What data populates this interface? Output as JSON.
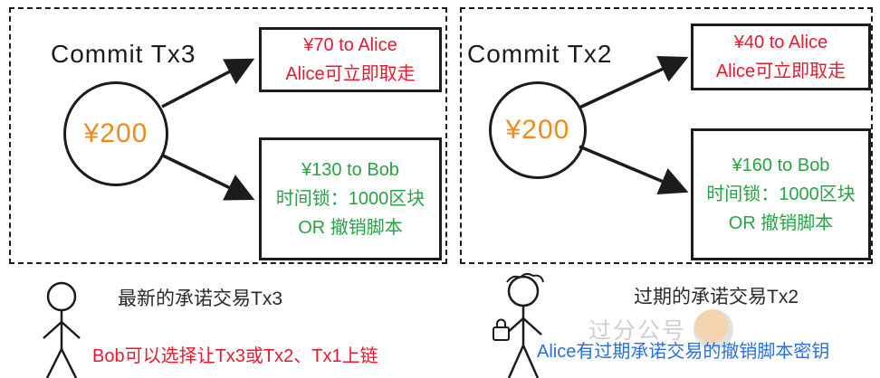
{
  "colors": {
    "ink": "#1c1c1c",
    "red": "#e8192e",
    "green": "#27a346",
    "orange": "#ef8b1d",
    "blue": "#2b6fd8",
    "gray": "#8f8f8f"
  },
  "panels": [
    {
      "title": "Commit Tx3",
      "input_amount": "¥200",
      "outputs": [
        {
          "lines": [
            "¥70 to Alice",
            "Alice可立即取走"
          ]
        },
        {
          "lines": [
            "¥130 to Bob",
            "时间锁：1000区块",
            "OR 撤销脚本"
          ]
        }
      ],
      "caption": "最新的承诺交易Tx3",
      "note": "Bob可以选择让Tx3或Tx2、Tx1上链"
    },
    {
      "title": "Commit Tx2",
      "input_amount": "¥200",
      "outputs": [
        {
          "lines": [
            "¥40 to Alice",
            "Alice可立即取走"
          ]
        },
        {
          "lines": [
            "¥160 to Bob",
            "时间锁：1000区块",
            "OR 撤销脚本"
          ]
        }
      ],
      "caption": "过期的承诺交易Tx2",
      "note": "Alice有过期承诺交易的撤销脚本密钥"
    }
  ],
  "icons": {
    "left_figure": "person-stick-figure",
    "right_figure": "person-stick-figure-with-key",
    "watermark_icon": "round-logo"
  },
  "watermark": {
    "text": "过分公号"
  }
}
